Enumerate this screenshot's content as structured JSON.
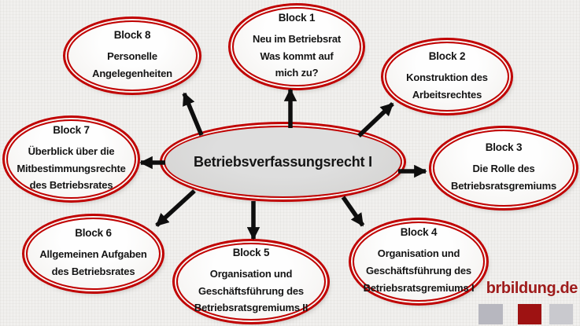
{
  "diagram": {
    "center": {
      "title": "Betriebsverfassungsrecht I"
    },
    "blocks": [
      {
        "title": "Block 1",
        "lines": [
          "Neu im Betriebsrat",
          "Was kommt auf",
          "mich zu?"
        ]
      },
      {
        "title": "Block 2",
        "lines": [
          "Konstruktion des",
          "Arbeitsrechtes"
        ]
      },
      {
        "title": "Block 3",
        "lines": [
          "Die Rolle des",
          "Betriebsratsgremiums"
        ]
      },
      {
        "title": "Block 4",
        "lines": [
          "Organisation und",
          "Geschäftsführung des",
          "Betriebsratsgremiums I"
        ]
      },
      {
        "title": "Block 5",
        "lines": [
          "Organisation und",
          "Geschäftsführung des",
          "Betriebsratsgremiums II"
        ]
      },
      {
        "title": "Block 6",
        "lines": [
          "Allgemeinen Aufgaben",
          "des Betriebsrates"
        ]
      },
      {
        "title": "Block 7",
        "lines": [
          "Überblick über die",
          "Mitbestimmungsrechte",
          "des Betriebsrates"
        ]
      },
      {
        "title": "Block 8",
        "lines": [
          "Personelle",
          "Angelegenheiten"
        ]
      }
    ],
    "colors": {
      "ring_red": "#c00000",
      "center_fill": "#d9d9d9",
      "block_fill": "#f8f7f5",
      "arrow_black": "#0e0e0e",
      "background": "#f1f0ee",
      "text": "#151515"
    }
  },
  "branding": {
    "logo_text": "brbildung.de",
    "logo_color": "#9e1b1b",
    "squares": [
      "#b7b7bf",
      "#9e1212",
      "#c9c9ce"
    ]
  }
}
